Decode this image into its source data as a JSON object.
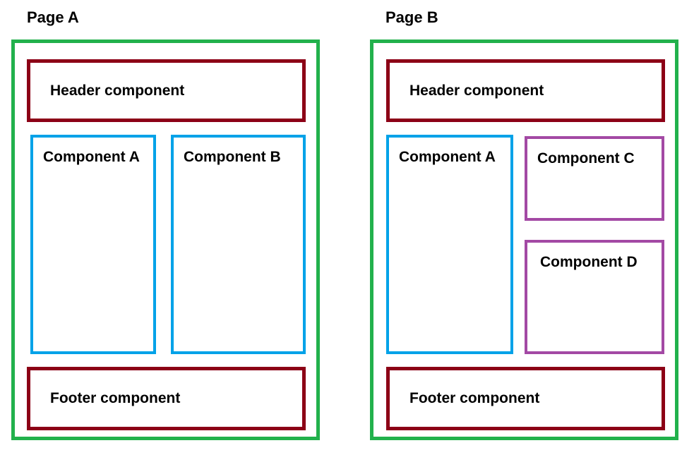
{
  "diagram": {
    "type": "component-layout-comparison",
    "background": "#ffffff",
    "colors": {
      "page_frame": "#22b14c",
      "header_footer": "#8c0016",
      "shared_component": "#00a2e8",
      "page_specific_component": "#a349a4",
      "text": "#000000"
    }
  },
  "pages": [
    {
      "id": "page-a",
      "title": "Page A",
      "header": {
        "label": "Header component",
        "color": "#8c0016"
      },
      "body": [
        {
          "id": "component-a",
          "label": "Component A",
          "color": "#00a2e8"
        },
        {
          "id": "component-b",
          "label": "Component B",
          "color": "#00a2e8"
        }
      ],
      "footer": {
        "label": "Footer component",
        "color": "#8c0016"
      }
    },
    {
      "id": "page-b",
      "title": "Page B",
      "header": {
        "label": "Header component",
        "color": "#8c0016"
      },
      "body": [
        {
          "id": "component-a",
          "label": "Component A",
          "color": "#00a2e8"
        },
        {
          "id": "component-c",
          "label": "Component C",
          "color": "#a349a4"
        },
        {
          "id": "component-d",
          "label": "Component D",
          "color": "#a349a4"
        }
      ],
      "footer": {
        "label": "Footer component",
        "color": "#8c0016"
      }
    }
  ]
}
